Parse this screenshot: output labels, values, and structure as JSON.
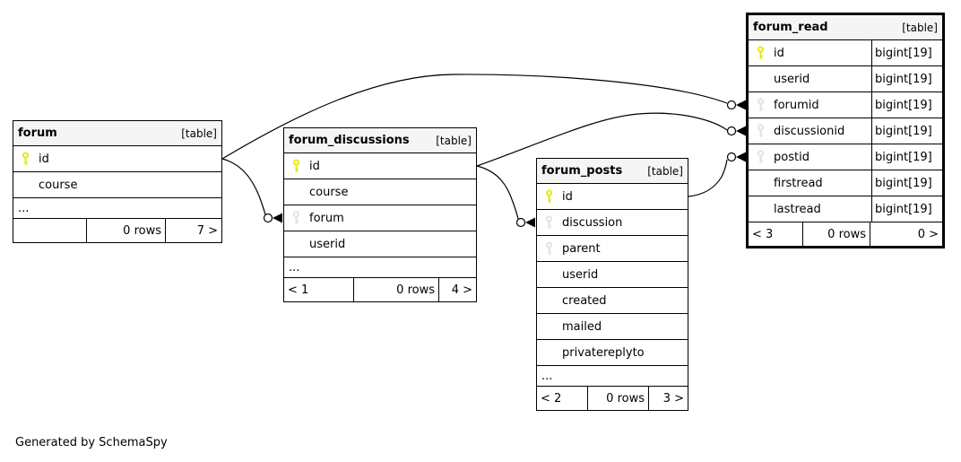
{
  "diagram": {
    "generated_by": "Generated by SchemaSpy"
  },
  "colors": {
    "primary_key": "#e8e80c",
    "primary_key_stroke": "#a8a800",
    "foreign_key": "#e2e2e2",
    "foreign_key_stroke": "#a8a8a8",
    "header_bg": "#f5f5f5",
    "edge": "#000000"
  },
  "tables": [
    {
      "name": "forum",
      "tag": "[table]",
      "columns": [
        {
          "name": "id",
          "key": "primary"
        },
        {
          "name": "course",
          "key": "none"
        }
      ],
      "ellipsis": "...",
      "footer": {
        "prev": "",
        "rows": "0 rows",
        "next": "7 >"
      }
    },
    {
      "name": "forum_discussions",
      "tag": "[table]",
      "columns": [
        {
          "name": "id",
          "key": "primary"
        },
        {
          "name": "course",
          "key": "none"
        },
        {
          "name": "forum",
          "key": "foreign"
        },
        {
          "name": "userid",
          "key": "none"
        }
      ],
      "ellipsis": "...",
      "footer": {
        "prev": "< 1",
        "rows": "0 rows",
        "next": "4 >"
      }
    },
    {
      "name": "forum_posts",
      "tag": "[table]",
      "columns": [
        {
          "name": "id",
          "key": "primary"
        },
        {
          "name": "discussion",
          "key": "foreign"
        },
        {
          "name": "parent",
          "key": "foreign"
        },
        {
          "name": "userid",
          "key": "none"
        },
        {
          "name": "created",
          "key": "none"
        },
        {
          "name": "mailed",
          "key": "none"
        },
        {
          "name": "privatereplyto",
          "key": "none"
        }
      ],
      "ellipsis": "...",
      "footer": {
        "prev": "< 2",
        "rows": "0 rows",
        "next": "3 >"
      }
    },
    {
      "name": "forum_read",
      "tag": "[table]",
      "columns": [
        {
          "name": "id",
          "key": "primary",
          "type": "bigint[19]"
        },
        {
          "name": "userid",
          "key": "none",
          "type": "bigint[19]"
        },
        {
          "name": "forumid",
          "key": "foreign",
          "type": "bigint[19]"
        },
        {
          "name": "discussionid",
          "key": "foreign",
          "type": "bigint[19]"
        },
        {
          "name": "postid",
          "key": "foreign",
          "type": "bigint[19]"
        },
        {
          "name": "firstread",
          "key": "none",
          "type": "bigint[19]"
        },
        {
          "name": "lastread",
          "key": "none",
          "type": "bigint[19]"
        }
      ],
      "footer": {
        "prev": "< 3",
        "rows": "0 rows",
        "next": "0 >"
      }
    }
  ],
  "relationships": [
    {
      "parent": "forum.id",
      "child": "forum_read.forumid"
    },
    {
      "parent": "forum.id",
      "child": "forum_discussions.forum"
    },
    {
      "parent": "forum_discussions.id",
      "child": "forum_read.discussionid"
    },
    {
      "parent": "forum_discussions.id",
      "child": "forum_posts.discussion"
    },
    {
      "parent": "forum_posts.id",
      "child": "forum_read.postid"
    }
  ]
}
